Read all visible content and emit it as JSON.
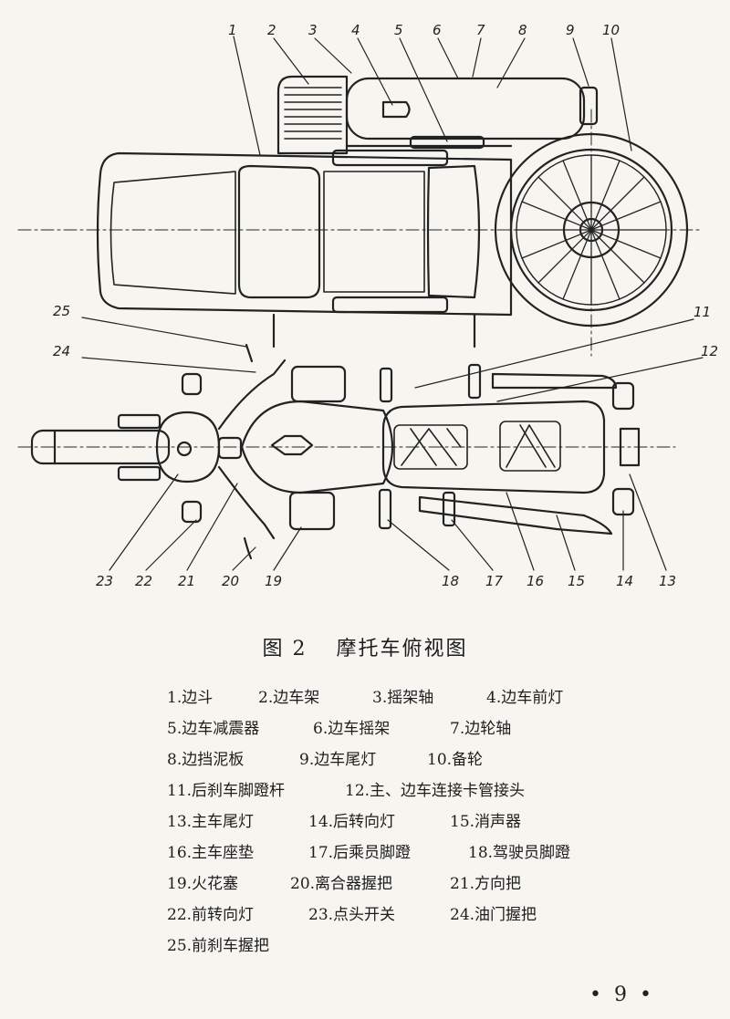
{
  "figure": {
    "number": "图 2",
    "title": "摩托车俯视图"
  },
  "callouts": [
    "1",
    "2",
    "3",
    "4",
    "5",
    "6",
    "7",
    "8",
    "9",
    "10",
    "11",
    "12",
    "13",
    "14",
    "15",
    "16",
    "17",
    "18",
    "19",
    "20",
    "21",
    "22",
    "23",
    "24",
    "25"
  ],
  "legend": [
    [
      "1.边斗",
      "2.边车架",
      "3.摇架轴",
      "4.边车前灯"
    ],
    [
      "5.边车减震器",
      "6.边车摇架",
      "7.边轮轴"
    ],
    [
      "8.边挡泥板",
      "9.边车尾灯",
      "10.备轮"
    ],
    [
      "11.后刹车脚蹬杆",
      "12.主、边车连接卡管接头"
    ],
    [
      "13.主车尾灯",
      "14.后转向灯",
      "15.消声器"
    ],
    [
      "16.主车座垫",
      "17.后乘员脚蹬",
      "18.驾驶员脚蹬"
    ],
    [
      "19.火花塞",
      "20.离合器握把",
      "21.方向把"
    ],
    [
      "22.前转向灯",
      "23.点头开关",
      "24.油门握把"
    ],
    [
      "25.前刹车握把"
    ]
  ],
  "page_number": "9"
}
